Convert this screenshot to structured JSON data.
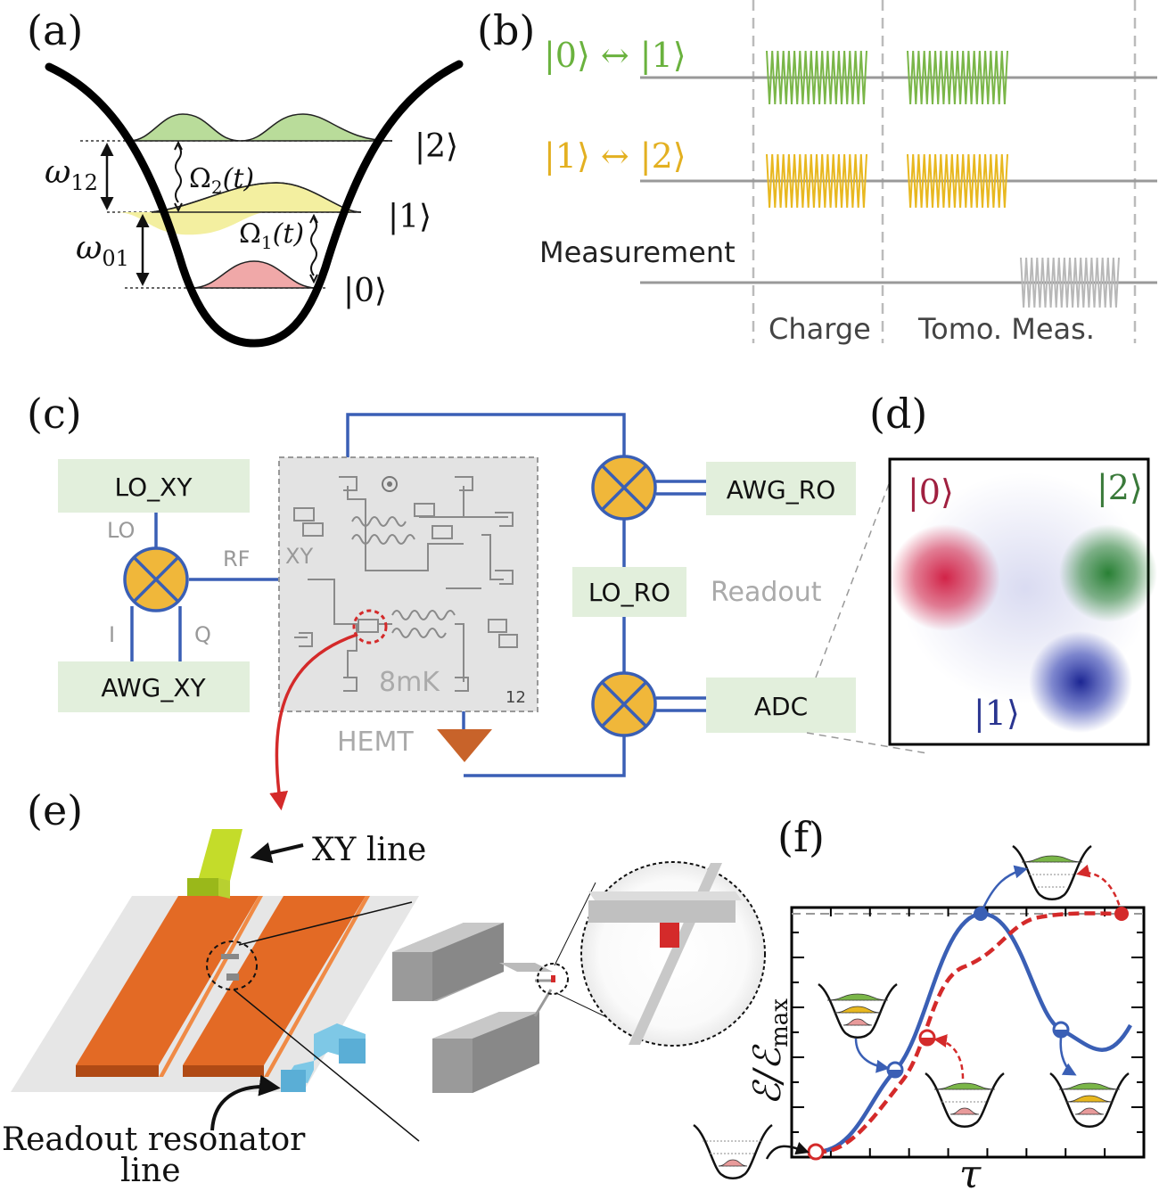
{
  "panels": {
    "a": {
      "label": "(a)",
      "omega12": "ω",
      "omega12_sub": "12",
      "omega01": "ω",
      "omega01_sub": "01",
      "rabi2": "Ω",
      "rabi2_sub": "2",
      "rabi2_arg": "(t)",
      "rabi1": "Ω",
      "rabi1_sub": "1",
      "rabi1_arg": "(t)",
      "ket2": "|2⟩",
      "ket1": "|1⟩",
      "ket0": "|0⟩"
    },
    "b": {
      "label": "(b)",
      "line1": "|0⟩ ↔ |1⟩",
      "line2": "|1⟩ ↔ |2⟩",
      "line3": "Measurement",
      "phase1": "Charge",
      "phase2": "Tomo. Meas."
    },
    "c": {
      "label": "(c)",
      "lo_xy": "LO_XY",
      "awg_xy": "AWG_XY",
      "lo": "LO",
      "rf": "RF",
      "i": "I",
      "q": "Q",
      "xy": "XY",
      "temp": "8mK",
      "chip_num": "12",
      "hemt": "HEMT",
      "awg_ro": "AWG_RO",
      "lo_ro": "LO_RO",
      "readout": "Readout",
      "adc": "ADC"
    },
    "d": {
      "label": "(d)",
      "ket0": "|0⟩",
      "ket1": "|1⟩",
      "ket2": "|2⟩"
    },
    "e": {
      "label": "(e)",
      "xy_line": "XY line",
      "readout_line1": "Readout resonator",
      "readout_line2": "line"
    },
    "f": {
      "label": "(f)",
      "tau": "τ"
    }
  },
  "colors": {
    "green": "#7ab648",
    "yellow": "#e8b820",
    "red_fill": "#e89a9a",
    "blue_line": "#3a5fb5",
    "red_dash": "#d42a2a",
    "orange": "#e06b2a",
    "box_green": "#e2efdc",
    "mixer": "#f0b73a",
    "hemt": "#c8632a"
  }
}
